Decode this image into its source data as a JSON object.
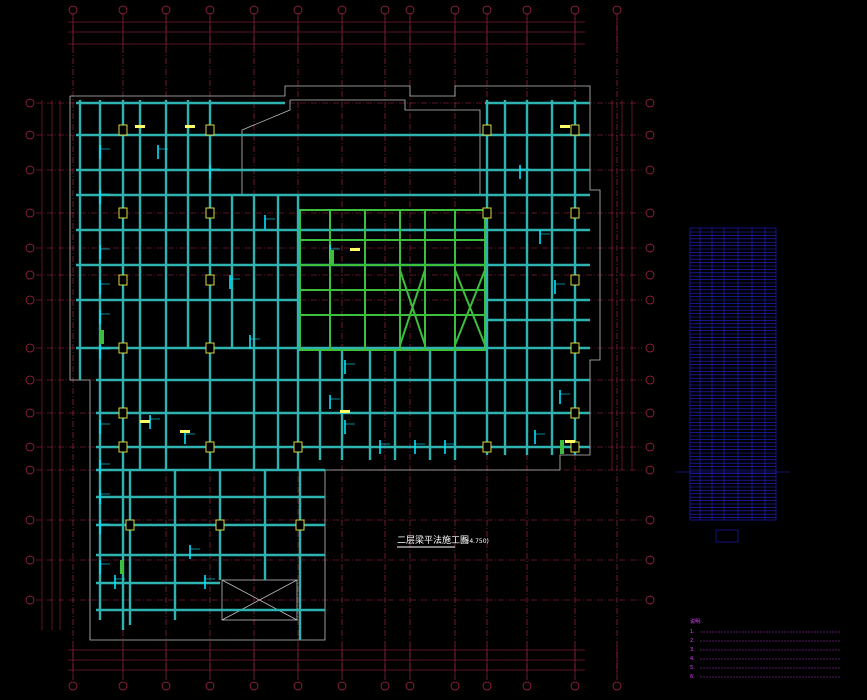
{
  "drawing": {
    "title": "二层梁平法施工图",
    "elevation": "(+4.750)",
    "room_label": "",
    "notes_heading": "说明:",
    "notes": [
      "1. ",
      "2. ",
      "3. ",
      "4. ",
      "5. ",
      "6. "
    ]
  },
  "palette": {
    "background": "#000000",
    "beam": "#2fb3b0",
    "core_wall": "#3cbf3c",
    "axis": "#b4284a",
    "annotation": "#00e5ff",
    "highlight": "#ffff66",
    "rebar_table": "#2424d8",
    "title_text": "#ffffff",
    "notes_text": "#e040ff"
  }
}
